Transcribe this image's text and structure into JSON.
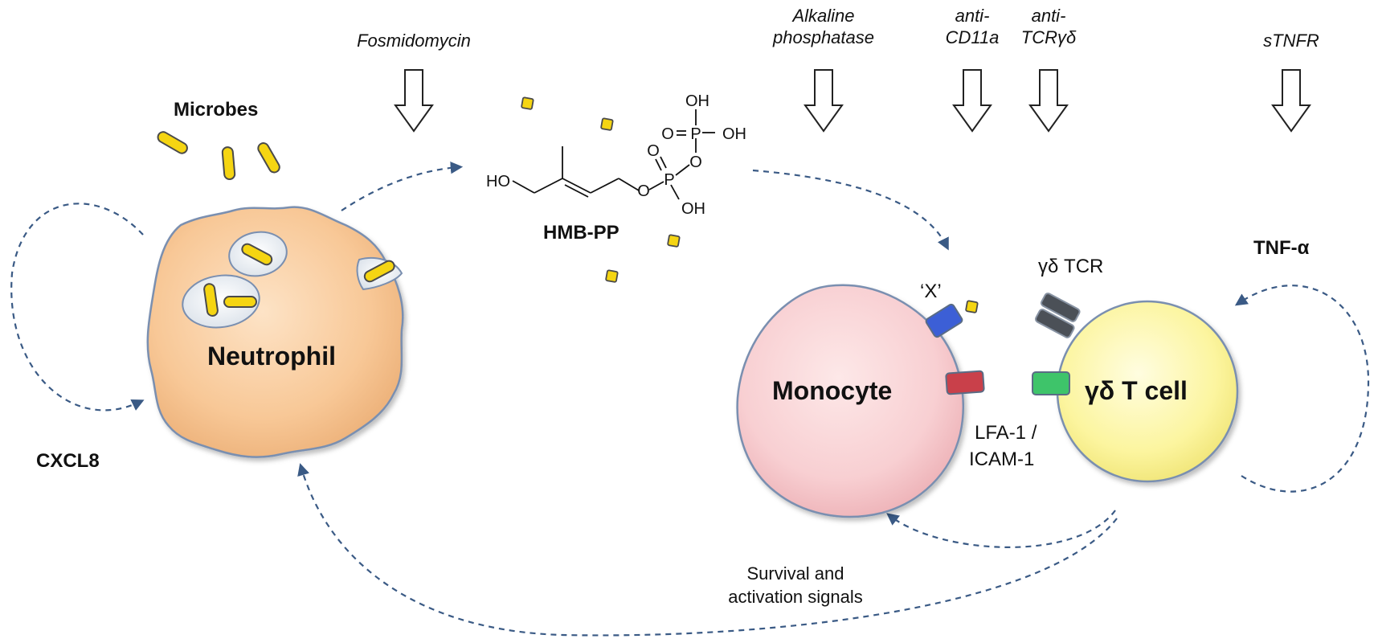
{
  "inhibitors": {
    "fosmidomycin": "Fosmidomycin",
    "alkaline_phosphatase": [
      "Alkaline",
      "phosphatase"
    ],
    "anti_cd11a": [
      "anti-",
      "CD11a"
    ],
    "anti_tcr": [
      "anti-",
      "TCRγδ"
    ],
    "stnfr": "sTNFR"
  },
  "labels": {
    "microbes": "Microbes",
    "neutrophil": "Neutrophil",
    "cxcl8": "CXCL8",
    "hmbpp": "HMB-PP",
    "monocyte": "Monocyte",
    "x_receptor": "‘X’",
    "gd_tcr": "γδ TCR",
    "gd_tcell": "γδ T cell",
    "tnf": "TNF-α",
    "lfa1": "LFA-1 /",
    "icam1": "ICAM-1",
    "survival": [
      "Survival and",
      "activation signals"
    ]
  },
  "molecule": {
    "ho_left": "HO",
    "oh_top": "OH",
    "oh_right": "OH",
    "oh_bottom": "OH",
    "o_double_upper": "O",
    "p_upper": "P",
    "o_bridge": "O",
    "o_double_lower": "O",
    "p_lower": "P",
    "o_ester": "O"
  },
  "colors": {
    "arrow_dashed": "#3a5a85",
    "microbe_fill": "#f5d512",
    "neutrophil_fill": "#f9c99a",
    "monocyte_fill": "#f7c9cc",
    "tcell_fill": "#fbf5a3",
    "receptor_x": "#3c5fd6",
    "icam": "#c9404a",
    "lfa": "#3ec46a",
    "tcr": "#4b5057"
  }
}
